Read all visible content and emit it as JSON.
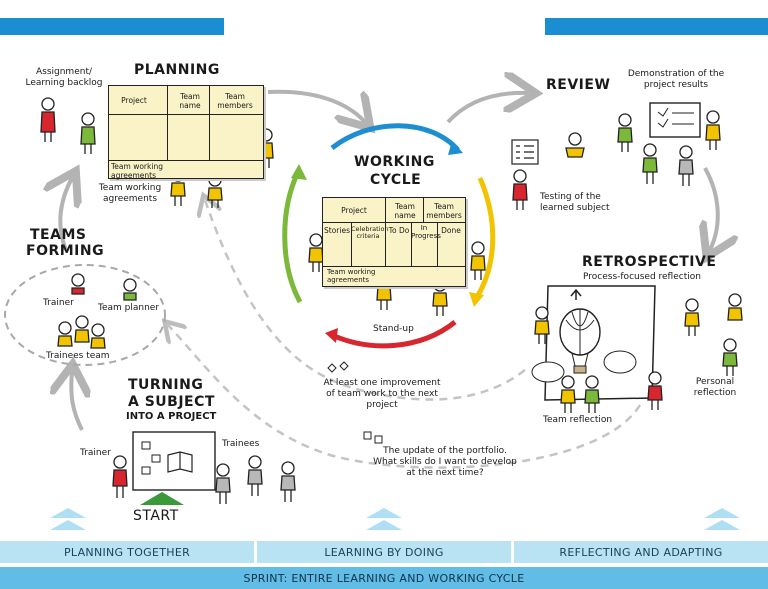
{
  "planning": {
    "title": "PLANNING",
    "assignment": "Assignment/\nLearning backlog",
    "board_headers": [
      "Project",
      "Team name",
      "Team members"
    ],
    "board_footer": "Team working agreements",
    "agreements_label": "Team working agreements"
  },
  "review": {
    "title": "REVIEW",
    "demo": "Demonstration of the project results",
    "testing": "Testing of the learned subject"
  },
  "working_cycle": {
    "title_line1": "WORKING",
    "title_line2": "CYCLE",
    "board_headers": [
      "Project",
      "Team name",
      "Team members"
    ],
    "columns": [
      "Stories",
      "Celebration criteria",
      "To Do",
      "In Progress",
      "Done"
    ],
    "board_footer": "Team working agreements",
    "standup": "Stand-up"
  },
  "retrospective": {
    "title": "RETROSPECTIVE",
    "subtitle": "Process-focused reflection",
    "team_reflection": "Team reflection",
    "personal_reflection": "Personal reflection"
  },
  "teams_forming": {
    "title_line1": "TEAMS",
    "title_line2": "FORMING",
    "trainer": "Trainer",
    "team_planner": "Team planner",
    "trainees_team": "Trainees team"
  },
  "turning": {
    "title_line1": "TURNING",
    "title_line2": "A SUBJECT",
    "title_line3": "INTO A PROJECT",
    "trainer": "Trainer",
    "trainees": "Trainees",
    "start": "START"
  },
  "notes": {
    "improvement": "At least one improvement of team work to the next project",
    "portfolio": "The update of the portfolio. What skills do I want to develop at the next time?"
  },
  "bands": {
    "planning_together": "PLANNING TOGETHER",
    "learning_by_doing": "LEARNING BY DOING",
    "reflecting": "REFLECTING AND ADAPTING",
    "sprint": "SPRINT: ENTIRE LEARNING AND WORKING CYCLE"
  },
  "colors": {
    "accent_blue": "#1a8ed0",
    "band_light": "#b9e2f3",
    "band_dark": "#62bde6",
    "cycle_blue": "#1d8fd0",
    "cycle_yellow": "#f2c300",
    "cycle_red": "#d8262e",
    "cycle_green": "#7cb83a",
    "start_green": "#3a9a3a",
    "arrow_gray": "#b3b3b3"
  }
}
